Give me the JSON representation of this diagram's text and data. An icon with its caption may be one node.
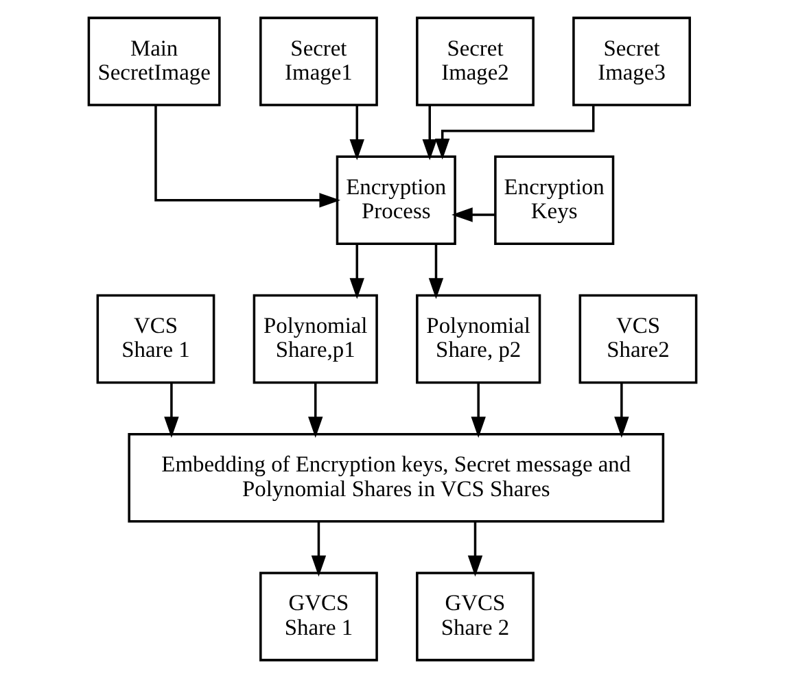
{
  "diagram": {
    "nodes": [
      {
        "text": [
          "Main SecretImage"
        ]
      },
      {
        "text": [
          "Secret Image1"
        ]
      },
      {
        "text": [
          "Secret Image2"
        ]
      },
      {
        "text": [
          "Secret Image3"
        ]
      },
      {
        "text": [
          "Encryption Process"
        ]
      },
      {
        "text": [
          "Encryption Keys"
        ]
      },
      {
        "text": [
          "VCS Share 1"
        ]
      },
      {
        "text": [
          "Polynomial Share,p1"
        ]
      },
      {
        "text": [
          "Polynomial Share, p2"
        ]
      },
      {
        "text": [
          "VCS Share2"
        ]
      },
      {
        "text": [
          "Embedding of Encryption keys, Secret message and Polynomial Shares in VCS Shares"
        ]
      },
      {
        "text": [
          "GVCS Share 1"
        ]
      },
      {
        "text": [
          "GVCS Share 2"
        ]
      }
    ],
    "edges": [
      {
        "from": 0,
        "to": 4,
        "arrow": "to"
      },
      {
        "from": 1,
        "to": 4,
        "arrow": "to"
      },
      {
        "from": 2,
        "to": 4,
        "arrow": "to"
      },
      {
        "from": 3,
        "to": 4,
        "arrow": "to"
      },
      {
        "from": 5,
        "to": 4,
        "arrow": "to"
      },
      {
        "from": 4,
        "to": 7,
        "arrow": "to"
      },
      {
        "from": 4,
        "to": 8,
        "arrow": "to"
      },
      {
        "from": 6,
        "to": 10,
        "arrow": "to"
      },
      {
        "from": 7,
        "to": 10,
        "arrow": "to"
      },
      {
        "from": 8,
        "to": 10,
        "arrow": "to"
      },
      {
        "from": 9,
        "to": 10,
        "arrow": "to"
      },
      {
        "from": 10,
        "to": 11,
        "arrow": "to"
      },
      {
        "from": 10,
        "to": 12,
        "arrow": "to"
      }
    ]
  }
}
